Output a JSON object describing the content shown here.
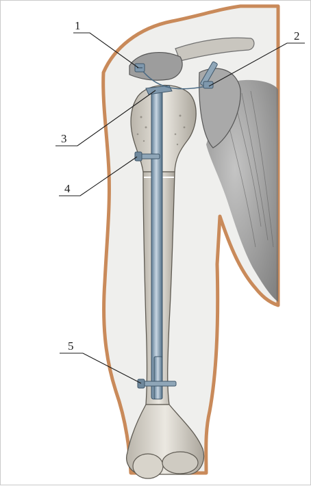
{
  "figure": {
    "callouts": [
      {
        "id": "1",
        "label": "1"
      },
      {
        "id": "2",
        "label": "2"
      },
      {
        "id": "3",
        "label": "3"
      },
      {
        "id": "4",
        "label": "4"
      },
      {
        "id": "5",
        "label": "5"
      }
    ]
  },
  "colors": {
    "skin_outline": "#c98a5a",
    "limb_fill": "#eeeeec",
    "bone": "#dcd8cf",
    "muscle": "#8d8d8d",
    "implant": "#7f98ad",
    "implant_highlight": "#c8d6e2"
  }
}
